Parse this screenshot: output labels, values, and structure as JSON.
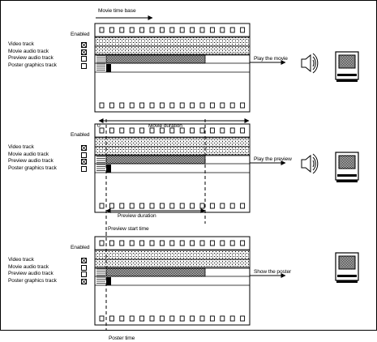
{
  "top_label": "Movie time base",
  "colors": {
    "line": "#000000",
    "background": "#ffffff"
  },
  "panels": [
    {
      "enabled_label": "Enabled",
      "tracks": [
        {
          "label": "Video track",
          "checked": true
        },
        {
          "label": "Movie audio track",
          "checked": true
        },
        {
          "label": "Preview audio track",
          "checked": false
        },
        {
          "label": "Poster graphics track",
          "checked": false
        }
      ],
      "action_label": "Play the movie",
      "bottom_labels": {
        "zero": "0",
        "duration": "Movie duration"
      },
      "output": {
        "speaker": true,
        "computer": true
      }
    },
    {
      "enabled_label": "Enabled",
      "tracks": [
        {
          "label": "Video track",
          "checked": true
        },
        {
          "label": "Movie audio track",
          "checked": false
        },
        {
          "label": "Preview audio track",
          "checked": true
        },
        {
          "label": "Poster graphics track",
          "checked": false
        }
      ],
      "action_label": "Play the preview",
      "bottom_labels": {
        "duration": "Preview duration",
        "start_time": "Preview start time"
      },
      "output": {
        "speaker": true,
        "computer": true
      }
    },
    {
      "enabled_label": "Enabled",
      "tracks": [
        {
          "label": "Video track",
          "checked": true
        },
        {
          "label": "Movie audio track",
          "checked": false
        },
        {
          "label": "Preview audio track",
          "checked": false
        },
        {
          "label": "Poster graphics track",
          "checked": true
        }
      ],
      "action_label": "Show the poster",
      "bottom_labels": {
        "poster_time": "Poster time"
      },
      "output": {
        "speaker": false,
        "computer": true
      }
    }
  ]
}
